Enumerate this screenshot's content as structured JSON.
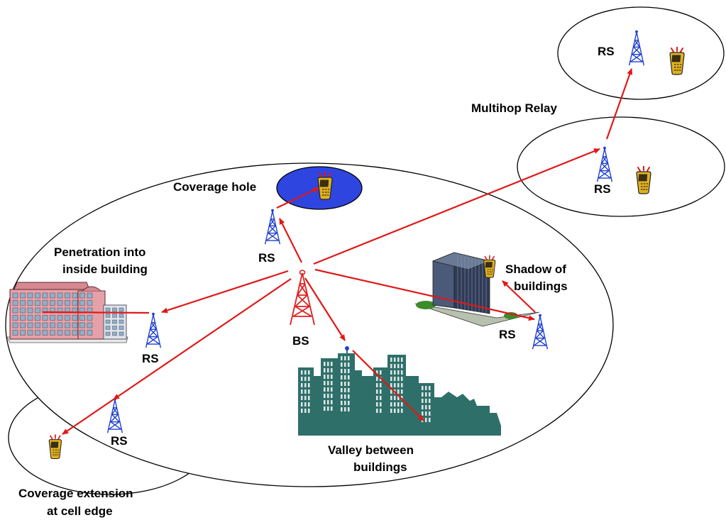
{
  "labels": {
    "multihop_relay": "Multihop Relay",
    "coverage_hole": "Coverage hole",
    "penetration_line1": "Penetration into",
    "penetration_line2": "inside building",
    "shadow_line1": "Shadow of",
    "shadow_line2": "buildings",
    "valley_line1": "Valley between",
    "valley_line2": "buildings",
    "coverage_ext_line1": "Coverage extension",
    "coverage_ext_line2": "at cell edge",
    "bs": "BS",
    "rs": "RS"
  },
  "colors": {
    "arrow": "#e01818",
    "rs_tower": "#1f3fd0",
    "bs_tower": "#e02020",
    "coverage_hole_fill": "#2f45e0",
    "city": "#2f6f6a",
    "phone_body": "#e0b020",
    "phone_signal": "#e01818"
  },
  "icons": {
    "bs_tower": "cell-tower-icon",
    "rs_tower": "relay-tower-icon",
    "mobile": "mobile-phone-icon",
    "building_left": "apartment-building-icon",
    "building_right": "office-tower-icon",
    "city": "city-skyline-icon"
  }
}
